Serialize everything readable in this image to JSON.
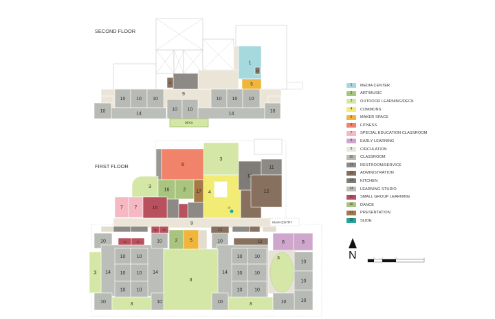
{
  "second_floor": {
    "title": "SECOND FLOOR",
    "rooms": [
      "1",
      "12",
      "5",
      "12",
      "9",
      "10",
      "10",
      "10",
      "14",
      "10",
      "10",
      "10",
      "10",
      "10",
      "10",
      "14",
      "10"
    ],
    "deck": "DECK"
  },
  "first_floor": {
    "title": "FIRST FLOOR",
    "rooms": [
      "6",
      "3",
      "3",
      "16",
      "2",
      "17",
      "4",
      "18",
      "13",
      "11",
      "12",
      "7",
      "7",
      "15",
      "9",
      "15",
      "15",
      "12",
      "10",
      "15",
      "15",
      "10",
      "2",
      "5",
      "10",
      "12",
      "8",
      "8",
      "3",
      "14",
      "14",
      "10",
      "10",
      "10",
      "10",
      "10",
      "10",
      "10",
      "3",
      "10",
      "3",
      "14",
      "10",
      "10",
      "10",
      "10",
      "10",
      "10",
      "10",
      "3",
      "3",
      "10",
      "10",
      "10",
      "10"
    ],
    "main_entry": "MAIN ENTRY"
  },
  "legend": [
    {
      "num": "1",
      "label": "MEDIA CENTER",
      "color": "#a6d9de"
    },
    {
      "num": "2",
      "label": "ART/MUSIC",
      "color": "#a8c47e"
    },
    {
      "num": "3",
      "label": "OUTDOOR LEARNING/DECK",
      "color": "#d5e7a6"
    },
    {
      "num": "4",
      "label": "COMMONS",
      "color": "#f3ec74"
    },
    {
      "num": "5",
      "label": "MAKER SPACE",
      "color": "#f0b53b"
    },
    {
      "num": "6",
      "label": "FITNESS",
      "color": "#f0836a"
    },
    {
      "num": "7",
      "label": "SPECIAL EDUCATION CLASSROOM",
      "color": "#f6b8c2"
    },
    {
      "num": "8",
      "label": "EARLY LEARNING",
      "color": "#cfa7cd"
    },
    {
      "num": "9",
      "label": "CIRCULATION",
      "color": "#ebe5d8"
    },
    {
      "num": "10",
      "label": "CLASSROOM",
      "color": "#b8bbb5"
    },
    {
      "num": "11",
      "label": "RESTROOM/SERVICE",
      "color": "#8d8a86"
    },
    {
      "num": "12",
      "label": "ADMINISTRATION",
      "color": "#87705e"
    },
    {
      "num": "13",
      "label": "KITCHEN",
      "color": "#7f7c78"
    },
    {
      "num": "14",
      "label": "LEARNING STUDIO",
      "color": "#bcbfb9"
    },
    {
      "num": "15",
      "label": "SMALL GROUP LEARNING",
      "color": "#b9505e"
    },
    {
      "num": "16",
      "label": "DANCE",
      "color": "#a8c47e"
    },
    {
      "num": "17",
      "label": "PRESENTATION",
      "color": "#a67a45"
    },
    {
      "num": "18",
      "label": "SLIDE",
      "color": "#1fa99c"
    }
  ],
  "north_label": "N"
}
